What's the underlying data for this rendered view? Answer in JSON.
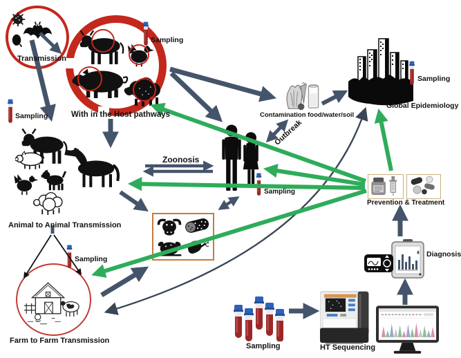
{
  "figure": "one-health-pathogen-transmission-diagram",
  "labels": {
    "transmission": "Transmission",
    "host_pathways": "With in the Host pathways",
    "sampling": "Sampling",
    "animal_to_animal": "Animal to Animal Transmission",
    "zoonosis": "Zoonosis",
    "outbreak": "Outbreak",
    "contamination": "Contamination food/water/soil",
    "global_epidemiology": "Global Epidemiology",
    "prevention_treatment": "Prevention & Treatment",
    "diagnosis": "Diagnosis",
    "ht_sequencing": "HT Sequencing",
    "farm_to_farm": "Farm to Farm Transmission"
  },
  "colors": {
    "arrow_dark": "#44546A",
    "arrow_green": "#2EAC5B",
    "circle_red": "#C3281D",
    "farm_circle_red": "#C23B34",
    "food_box_border": "#C57B3C",
    "tube_body_red": "#9C2727",
    "tube_cap_blue": "#2F62B5"
  }
}
